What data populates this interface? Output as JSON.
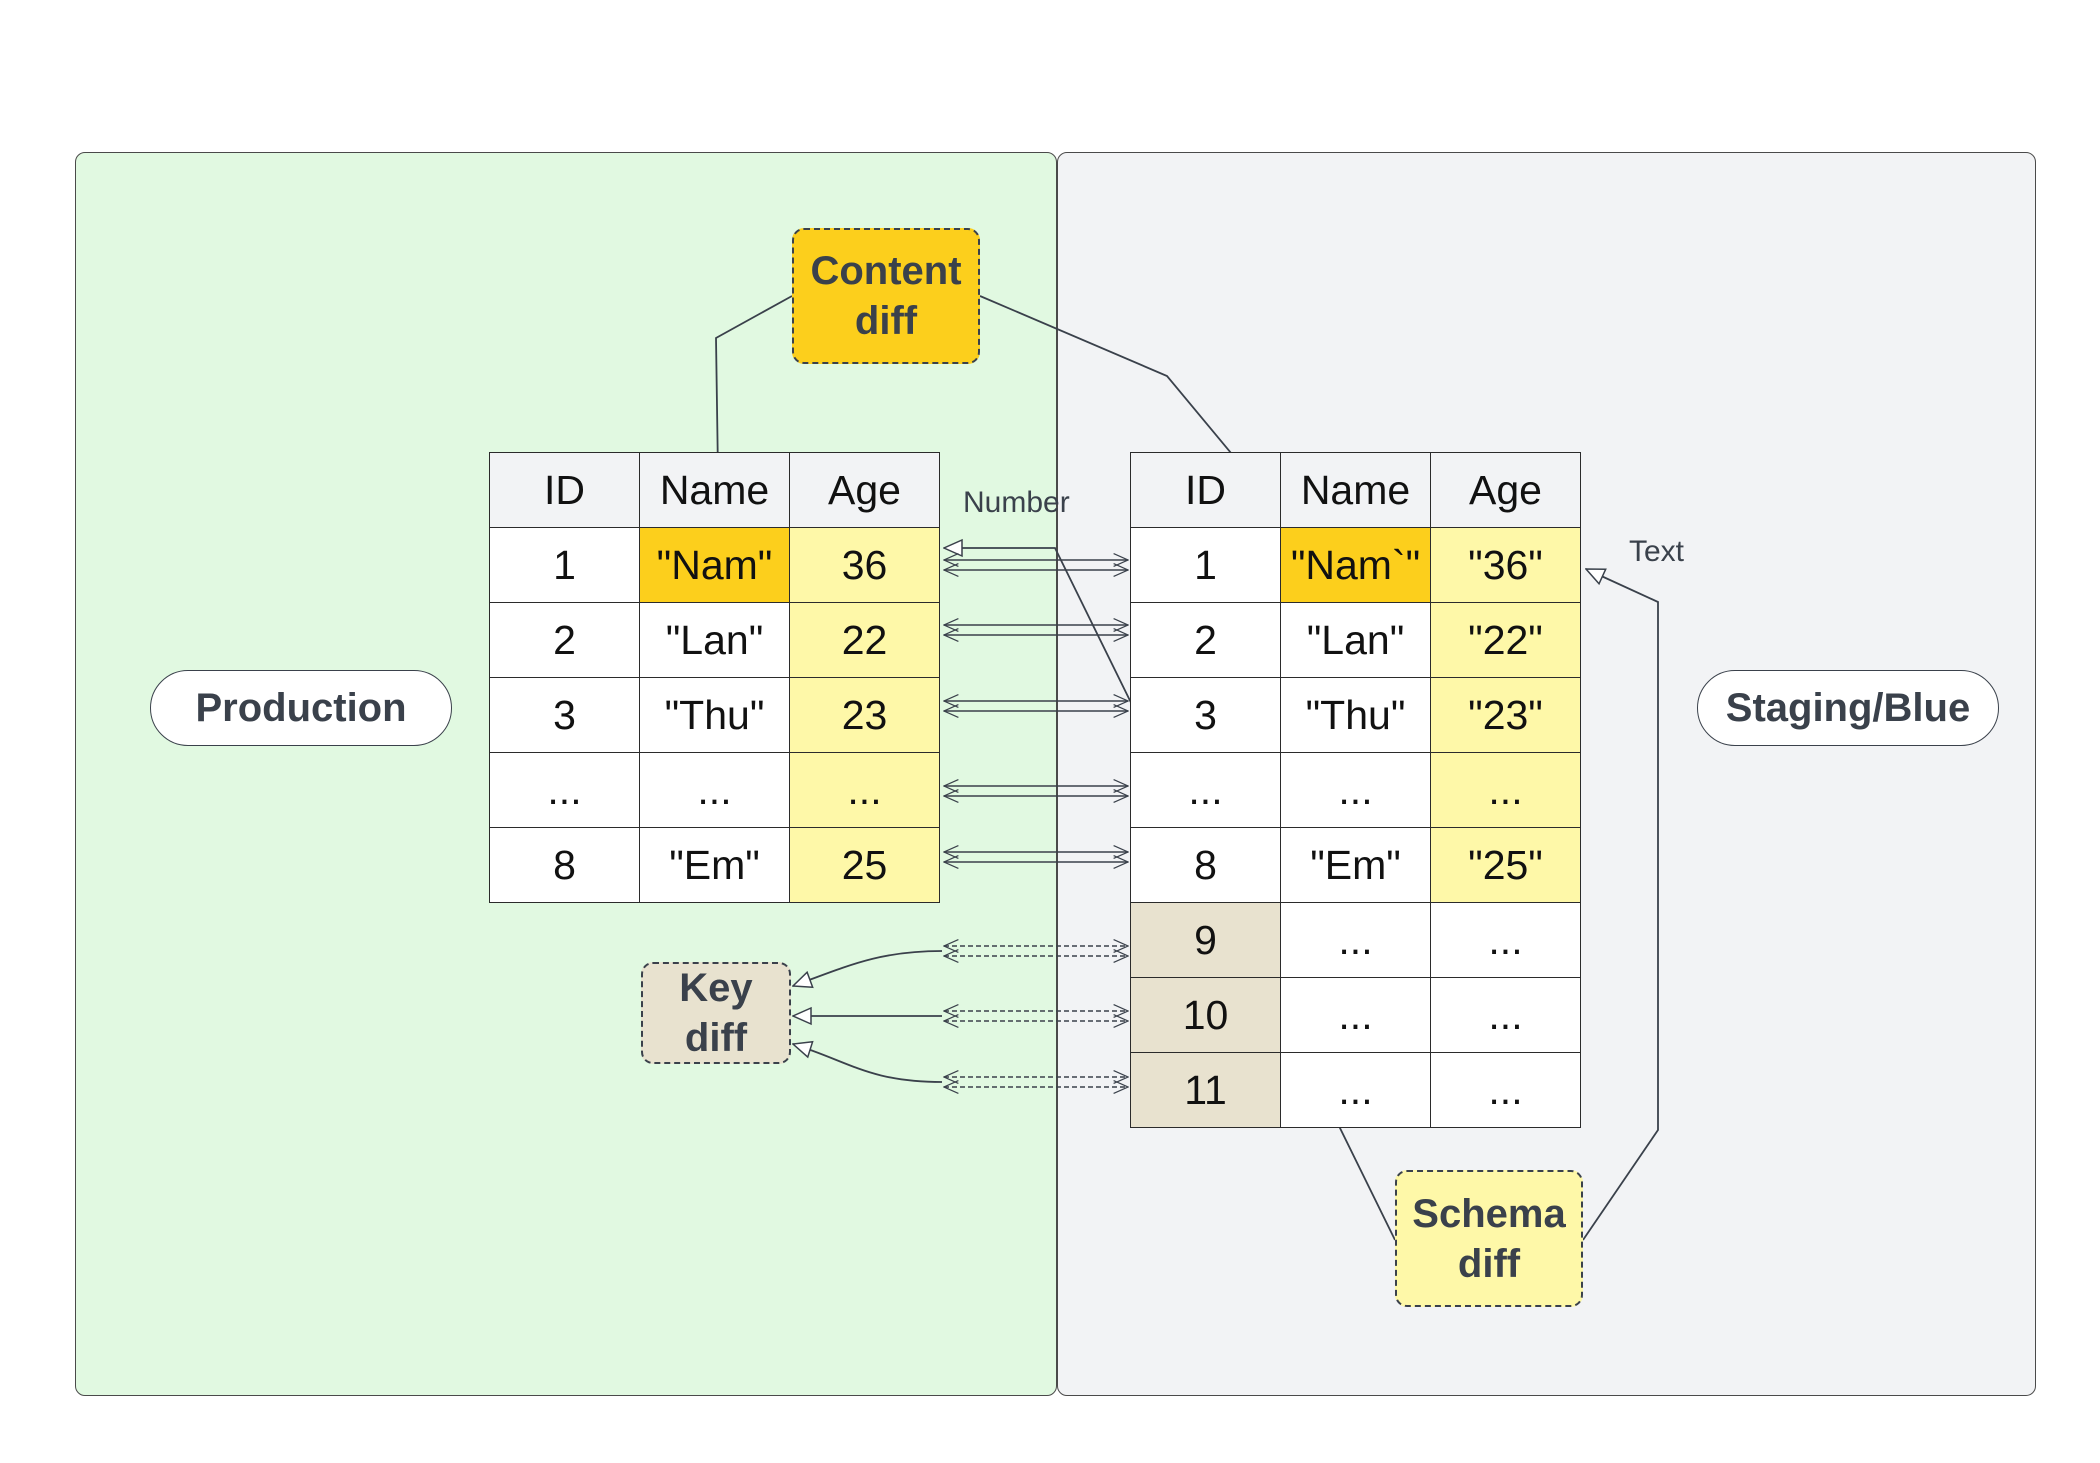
{
  "panels": {
    "production": "Production",
    "staging": "Staging/Blue"
  },
  "notes": {
    "content": [
      "Content",
      "diff"
    ],
    "key": [
      "Key",
      "diff"
    ],
    "schema": [
      "Schema",
      "diff"
    ]
  },
  "edge_labels": {
    "number": "Number",
    "text": "Text"
  },
  "tables": {
    "production": {
      "headers": [
        "ID",
        "Name",
        "Age"
      ],
      "rows": [
        [
          "1",
          "\"Nam\"",
          "36"
        ],
        [
          "2",
          "\"Lan\"",
          "22"
        ],
        [
          "3",
          "\"Thu\"",
          "23"
        ],
        [
          "...",
          "...",
          "..."
        ],
        [
          "8",
          "\"Em\"",
          "25"
        ]
      ]
    },
    "staging": {
      "headers": [
        "ID",
        "Name",
        "Age"
      ],
      "rows": [
        [
          "1",
          "\"Nam`\"",
          "\"36\""
        ],
        [
          "2",
          "\"Lan\"",
          "\"22\""
        ],
        [
          "3",
          "\"Thu\"",
          "\"23\""
        ],
        [
          "...",
          "...",
          "..."
        ],
        [
          "8",
          "\"Em\"",
          "\"25\""
        ],
        [
          "9",
          "...",
          "..."
        ],
        [
          "10",
          "...",
          "..."
        ],
        [
          "11",
          "...",
          "..."
        ]
      ]
    }
  },
  "colors": {
    "production_bg": "#e1f9e1",
    "staging_bg": "#f2f3f5",
    "content_diff": "#fccf1c",
    "schema_diff": "#fef8a8",
    "key_diff": "#e8e2cf"
  }
}
